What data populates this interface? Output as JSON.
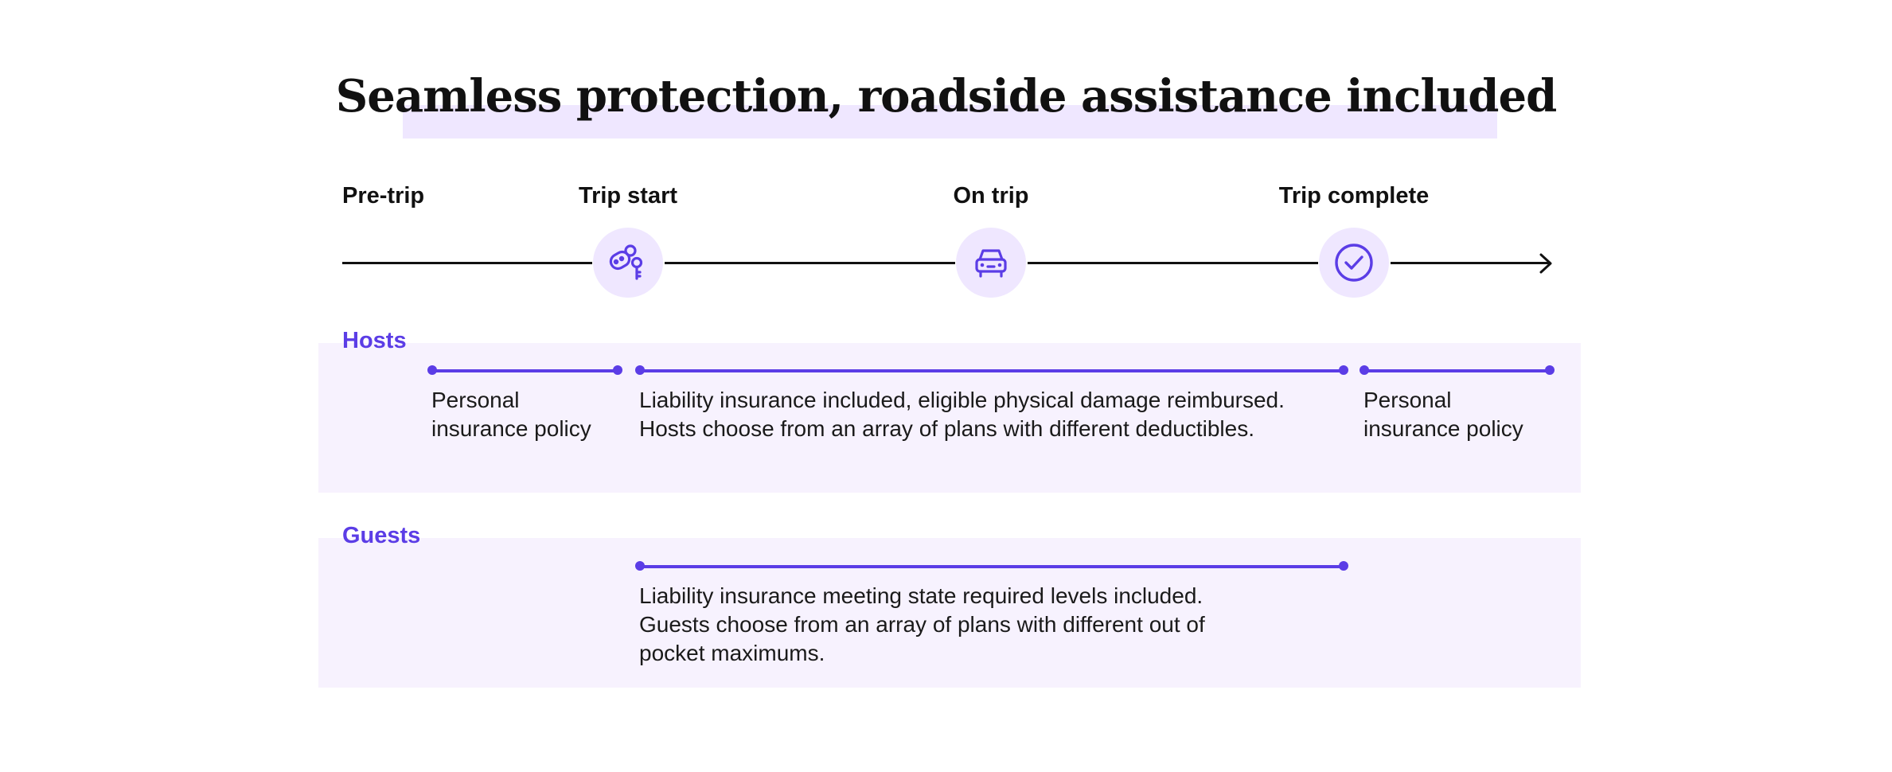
{
  "title": "Seamless protection, roadside assistance included",
  "timeline": {
    "phases": [
      {
        "label": "Pre-trip"
      },
      {
        "label": "Trip start",
        "icon": "car-key-icon"
      },
      {
        "label": "On trip",
        "icon": "car-icon"
      },
      {
        "label": "Trip complete",
        "icon": "check-circle-icon"
      }
    ]
  },
  "hosts": {
    "label": "Hosts",
    "coverages": [
      {
        "text": "Personal\ninsurance policy"
      },
      {
        "text": "Liability insurance included, eligible physical damage reimbursed.\nHosts choose from an array of plans with different deductibles."
      },
      {
        "text": "Personal\ninsurance policy"
      }
    ]
  },
  "guests": {
    "label": "Guests",
    "coverages": [
      {
        "text": "Liability insurance meeting state required levels included.\nGuests choose from an array of plans with different out of\npocket maximums."
      }
    ]
  },
  "colors": {
    "accent": "#5b3de6",
    "highlight": "#efe7ff",
    "band": "#f7f2fe",
    "text": "#111111"
  }
}
